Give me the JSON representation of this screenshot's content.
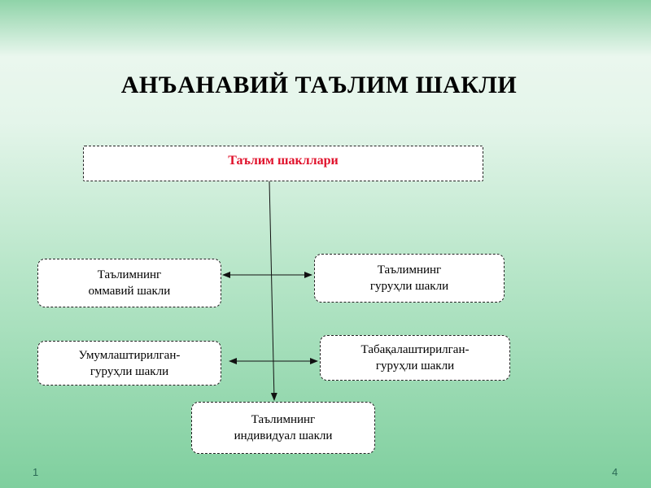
{
  "title": "АНЪАНАВИЙ  ТАЪЛИМ ШАКЛИ",
  "root": {
    "label": "Таълим шакллари"
  },
  "nodes": {
    "mass": {
      "line1": "Таълимнинг",
      "line2": "оммавий шакли"
    },
    "group": {
      "line1": "Таълимнинг",
      "line2": "гуруҳли шакли"
    },
    "generalized": {
      "line1": "Умумлаштирилган-",
      "line2": "гуруҳли шакли"
    },
    "tiered": {
      "line1": "Табақалаштирилган-",
      "line2": "гуруҳли шакли"
    },
    "individual": {
      "line1": "Таълимнинг",
      "line2": "индивидуал шакли"
    }
  },
  "page_numbers": {
    "left": "1",
    "right": "4"
  },
  "colors": {
    "root_text": "#e0102a",
    "connector": "#111111"
  }
}
